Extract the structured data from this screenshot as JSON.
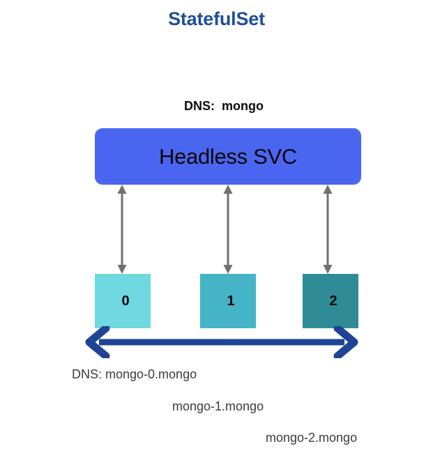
{
  "diagram": {
    "title": "StatefulSet",
    "service": {
      "dns_label": "DNS:  mongo",
      "box_label": "Headless SVC",
      "box_color": "#4a66f0"
    },
    "pods": [
      {
        "label": "0",
        "color": "#6fd8e0",
        "dns": "DNS: mongo-0.mongo"
      },
      {
        "label": "1",
        "color": "#45b4c6",
        "dns": "mongo-1.mongo"
      },
      {
        "label": "2",
        "color": "#2f8c96",
        "dns": "mongo-2.mongo"
      }
    ],
    "colors": {
      "title": "#1f4e9c",
      "connector_arrow": "#707070",
      "order_arrow": "#1f4496",
      "background": "#ffffff"
    }
  }
}
